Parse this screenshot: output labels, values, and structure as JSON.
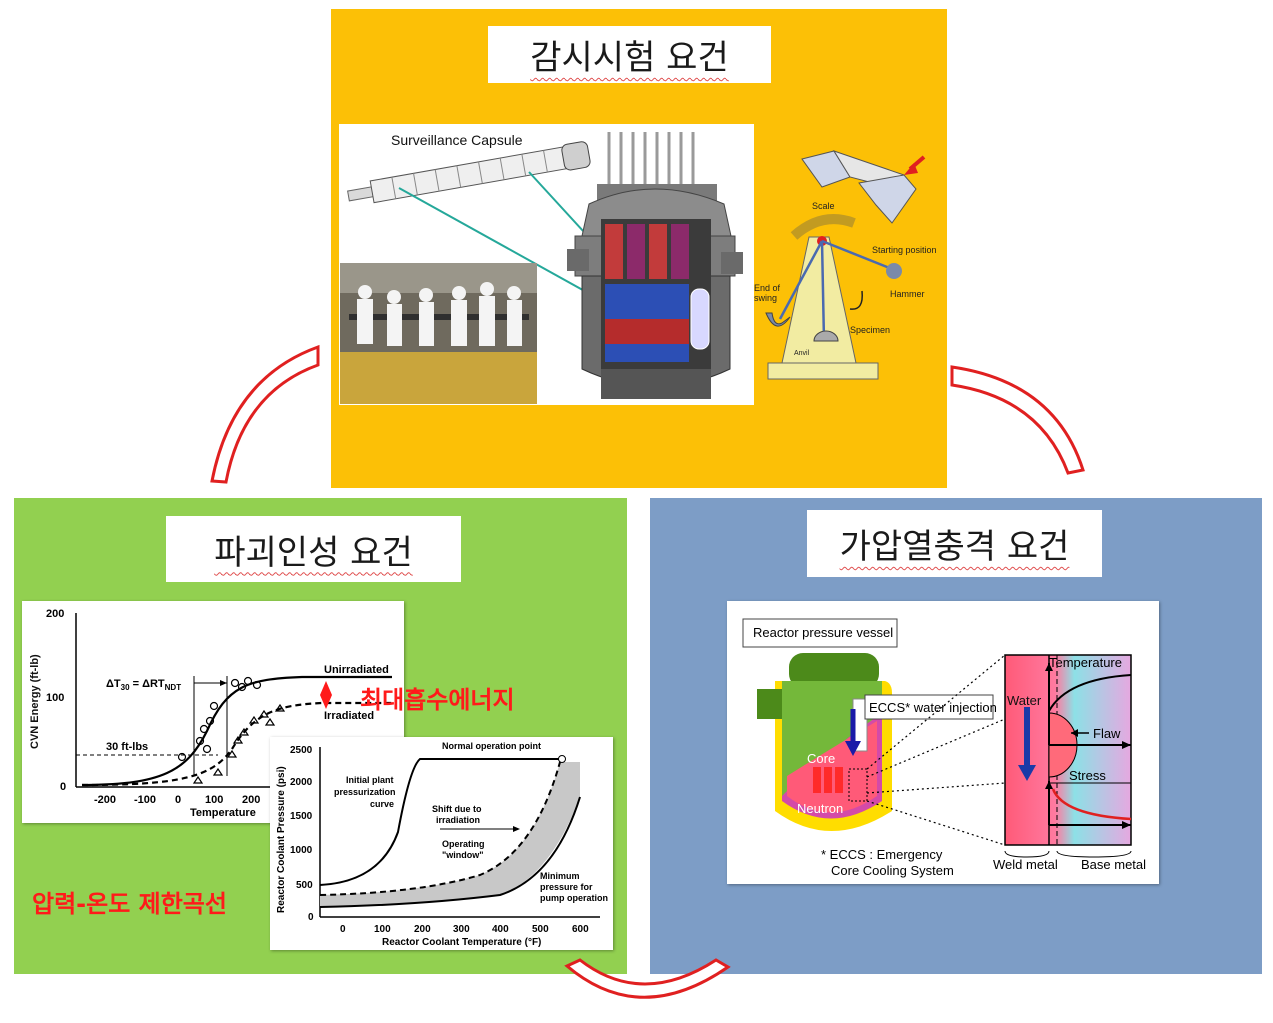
{
  "colors": {
    "top_panel": "#fcc006",
    "left_panel": "#92d050",
    "right_panel": "#7d9dc6",
    "arrow": "#e02020"
  },
  "top": {
    "title": "감시시험 요건",
    "capsule_label": "Surveillance Capsule",
    "charpy": {
      "scale": "Scale",
      "starting_position": "Starting position",
      "hammer": "Hammer",
      "end_of_swing": "End of swing",
      "specimen": "Specimen",
      "anvil": "Anvil"
    }
  },
  "left": {
    "title": "파괴인성 요건",
    "cvn": {
      "ylabel": "CVN Energy (ft-lb)",
      "xlabel": "Temperature",
      "y_ticks": [
        "200",
        "100",
        "0"
      ],
      "x_ticks": [
        "-200",
        "-100",
        "0",
        "100",
        "200"
      ],
      "unirradiated": "Unirradiated",
      "irradiated": "Irradiated",
      "ft_lbs": "30 ft-lbs",
      "delta_t": "ΔT",
      "delta_t_sub": "30",
      "delta_rt": " = ΔRT",
      "delta_rt_sub": "NDT"
    },
    "max_energy_label": "최대흡수에너지",
    "pt_label": "압력-온도 제한곡선",
    "pt": {
      "ylabel": "Reactor Coolant Pressure (psi)",
      "xlabel": "Reactor Coolant Temperature (°F)",
      "y_ticks": [
        "2500",
        "2000",
        "1500",
        "1000",
        "500",
        "0"
      ],
      "x_ticks": [
        "0",
        "100",
        "200",
        "300",
        "400",
        "500",
        "600"
      ],
      "normal_op": "Normal operation point",
      "initial_1": "Initial plant",
      "initial_2": "pressurization",
      "initial_3": "curve",
      "shift_1": "Shift due to",
      "shift_2": "irradiation",
      "window_1": "Operating",
      "window_2": "\"window\"",
      "min_1": "Minimum",
      "min_2": "pressure for",
      "min_3": "pump operation"
    }
  },
  "right": {
    "title": "가압열충격 요건",
    "rpv": "Reactor pressure vessel",
    "eccs": "ECCS* water injection",
    "core": "Core",
    "neutron": "Neutron",
    "footnote_1": "* ECCS : Emergency",
    "footnote_2": "Core Cooling System",
    "water": "Water",
    "temperature": "Temperature",
    "flaw": "Flaw",
    "stress": "Stress",
    "weld": "Weld metal",
    "base": "Base metal"
  }
}
